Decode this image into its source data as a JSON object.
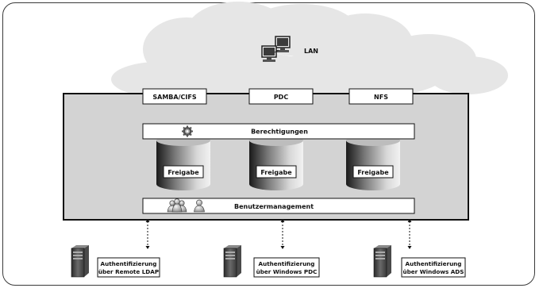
{
  "network": {
    "label": "LAN"
  },
  "protocols": [
    {
      "label": "SAMBA/CIFS"
    },
    {
      "label": "PDC"
    },
    {
      "label": "NFS"
    }
  ],
  "permissions": {
    "label": "Berechtigungen"
  },
  "shares": [
    {
      "label": "Freigabe"
    },
    {
      "label": "Freigabe"
    },
    {
      "label": "Freigabe"
    }
  ],
  "user_management": {
    "label": "Benutzermanagement"
  },
  "auth_servers": [
    {
      "line1": "Authentifizierung",
      "line2": "über Remote LDAP"
    },
    {
      "line1": "Authentifizierung",
      "line2": "über Windows PDC"
    },
    {
      "line1": "Authentifizierung",
      "line2": "über Windows ADS"
    }
  ],
  "colors": {
    "cloud": "#e6e6e6",
    "server_box": "#d3d3d3",
    "frame_border": "#3a3a3a"
  }
}
